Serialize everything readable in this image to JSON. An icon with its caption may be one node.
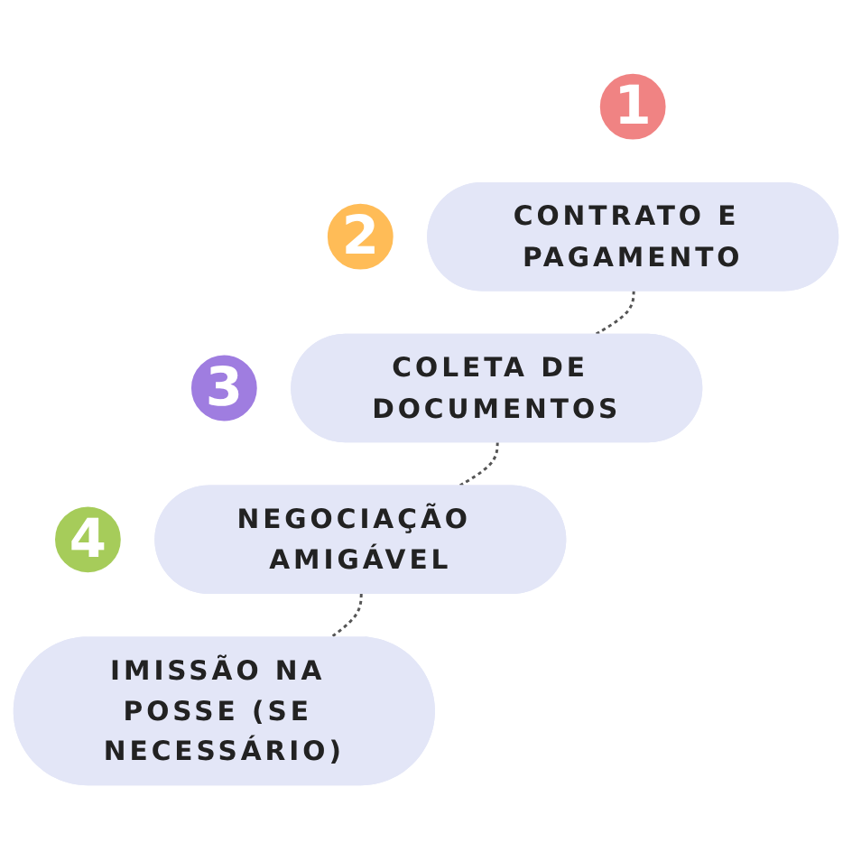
{
  "diagram": {
    "nodes": [
      {
        "text": [
          "1"
        ]
      },
      {
        "text": [
          "CONTRATO E PAGAMENTO"
        ]
      },
      {
        "text": [
          "2"
        ]
      },
      {
        "text": [
          "COLETA DE DOCUMENTOS"
        ]
      },
      {
        "text": [
          "3"
        ]
      },
      {
        "text": [
          "NEGOCIAÇÃO AMIGÁVEL"
        ]
      },
      {
        "text": [
          "4"
        ]
      },
      {
        "text": [
          "IMISSÃO NA POSSE (SE NECESSÁRIO)"
        ]
      }
    ],
    "edges": [
      {
        "from": 1,
        "to": 3,
        "arrow": "none",
        "style": "dashed"
      },
      {
        "from": 3,
        "to": 5,
        "arrow": "none",
        "style": "dashed"
      },
      {
        "from": 5,
        "to": 7,
        "arrow": "none",
        "style": "dashed"
      }
    ]
  }
}
